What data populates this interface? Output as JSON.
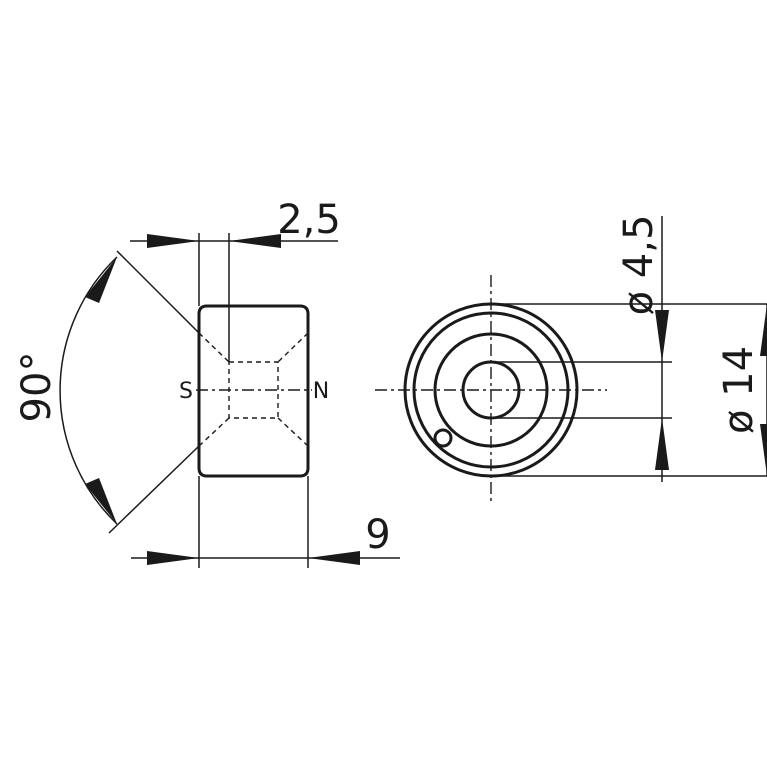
{
  "dimensions": {
    "chamfer_width": "2,5",
    "chamfer_angle": "90°",
    "length": "9",
    "bore_diameter": "ø 4,5",
    "outer_diameter": "ø 14"
  },
  "poles": {
    "south": "S",
    "north": "N"
  }
}
